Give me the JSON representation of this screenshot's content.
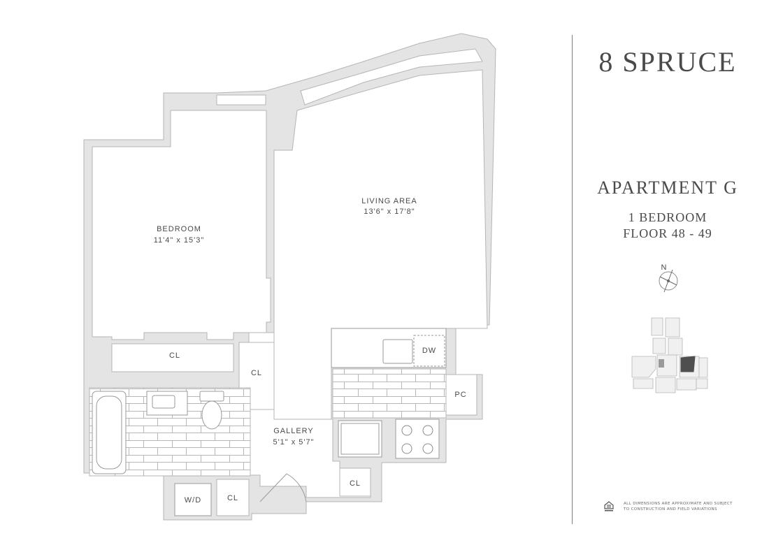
{
  "brand": {
    "name": "8 SPRUCE"
  },
  "unit": {
    "name": "APARTMENT G",
    "type": "1 BEDROOM",
    "floors": "FLOOR 48 - 49"
  },
  "compass": {
    "north_label": "N"
  },
  "rooms": {
    "bedroom": {
      "label": "BEDROOM",
      "dims": "11'4\" x 15'3\""
    },
    "living": {
      "label": "LIVING AREA",
      "dims": "13'6\" x 17'8\""
    },
    "gallery": {
      "label": "GALLERY",
      "dims": "5'1\" x 5'7\""
    }
  },
  "fixtures": {
    "cl_bedroom": "CL",
    "cl_hall": "CL",
    "cl_wd": "CL",
    "cl_kitchen": "CL",
    "wd": "W/D",
    "dw": "DW",
    "pc": "PC"
  },
  "disclaimer": {
    "line1": "ALL DIMENSIONS ARE APPROXIMATE AND SUBJECT",
    "line2": "TO CONSTRUCTION AND FIELD VARIATIONS"
  },
  "colors": {
    "wall": "#e4e4e4",
    "wall_edge": "#b5b5b5",
    "line": "#9a9a9a",
    "text": "#4a4a4a",
    "highlight": "#4f4f4f"
  }
}
